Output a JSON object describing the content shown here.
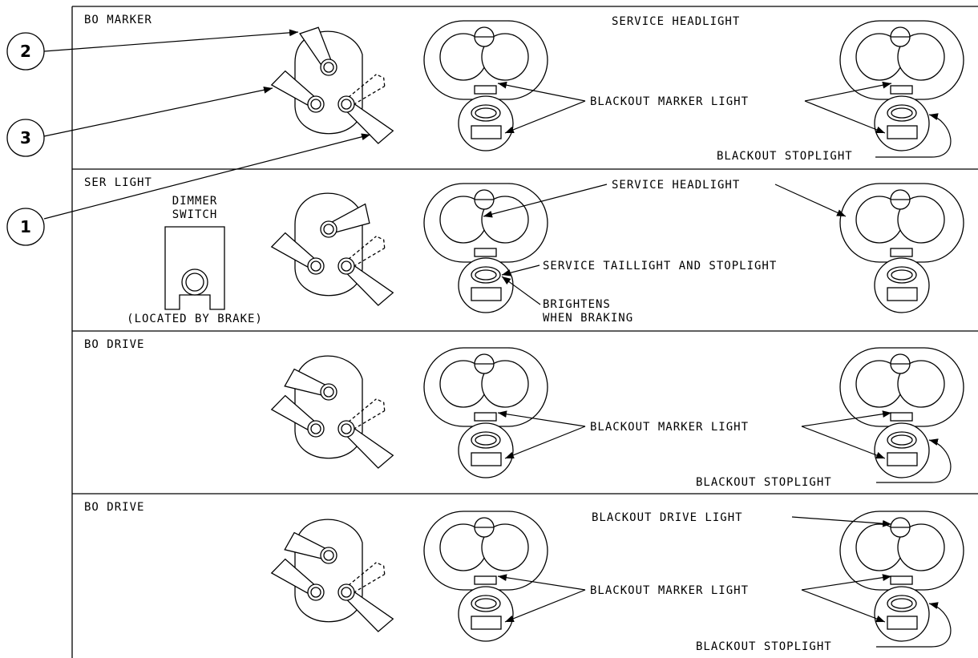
{
  "panels": [
    {
      "label": "BO MARKER",
      "switch_positions": [
        "up-right",
        "left",
        "down-right"
      ],
      "annotations": {
        "service_headlight": "SERVICE HEADLIGHT",
        "blackout_marker_light": "BLACKOUT MARKER LIGHT",
        "blackout_stoplight": "BLACKOUT STOPLIGHT"
      }
    },
    {
      "label": "SER LIGHT",
      "switch_positions": [
        "right",
        "left",
        "down-right"
      ],
      "dimmer_label_line1": "DIMMER",
      "dimmer_label_line2": "SWITCH",
      "dimmer_location": "(LOCATED BY BRAKE)",
      "annotations": {
        "service_headlight": "SERVICE HEADLIGHT",
        "service_taillight": "SERVICE TAILLIGHT AND STOPLIGHT",
        "brightens_line1": "BRIGHTENS",
        "brightens_line2": "WHEN BRAKING"
      }
    },
    {
      "label": "BO DRIVE",
      "switch_positions": [
        "left",
        "left",
        "down-right"
      ],
      "annotations": {
        "blackout_marker_light": "BLACKOUT MARKER LIGHT",
        "blackout_stoplight": "BLACKOUT STOPLIGHT"
      }
    },
    {
      "label": "BO DRIVE",
      "switch_positions": [
        "left",
        "left",
        "down-right"
      ],
      "annotations": {
        "blackout_drive_light": "BLACKOUT DRIVE LIGHT",
        "blackout_marker_light": "BLACKOUT MARKER LIGHT",
        "blackout_stoplight": "BLACKOUT STOPLIGHT"
      }
    }
  ],
  "callouts": [
    "2",
    "3",
    "1"
  ]
}
